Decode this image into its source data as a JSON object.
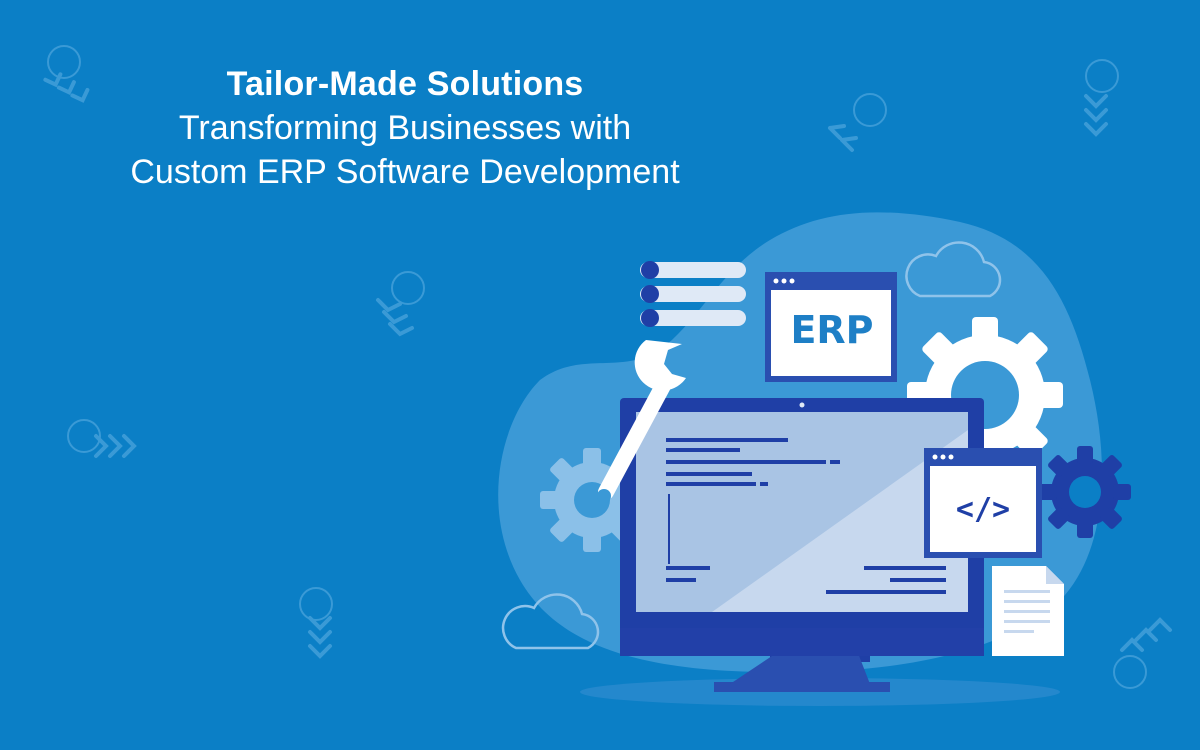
{
  "headline": {
    "title": "Tailor-Made Solutions",
    "line1": "Transforming Businesses with",
    "line2": "Custom ERP Software Development"
  },
  "illustration": {
    "erp_window_label": "ERP",
    "code_window_label": "</>"
  },
  "colors": {
    "background": "#0b7fc6",
    "blob": "#3b99d6",
    "navy": "#1f3fa6",
    "white": "#ffffff",
    "screen": "#c7d8ee"
  },
  "icons": [
    "cloud-icon",
    "gear-icon",
    "wrench-icon",
    "database-icon",
    "document-icon",
    "chevron-arrows-icon",
    "monitor-icon"
  ]
}
